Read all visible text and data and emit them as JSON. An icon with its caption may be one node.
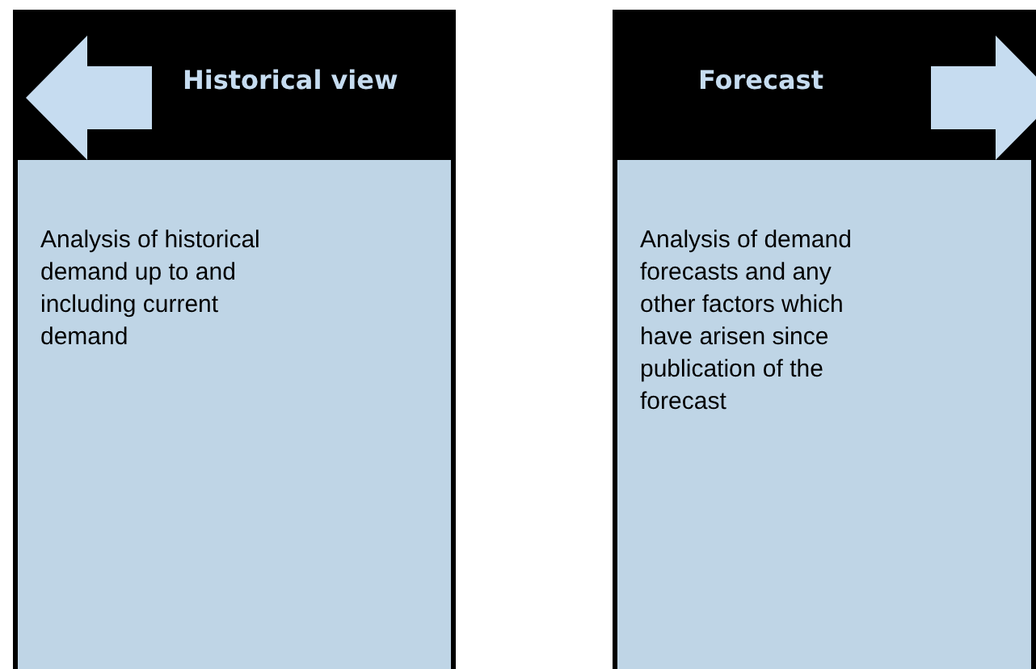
{
  "diagram": {
    "nodes": [
      {
        "text": [
          "Historical view",
          "Analysis of historical demand up to and including current demand"
        ]
      },
      {
        "text": [
          "Forecast",
          "Analysis of demand forecasts and any other factors which have arisen since publication of the forecast"
        ]
      }
    ]
  }
}
